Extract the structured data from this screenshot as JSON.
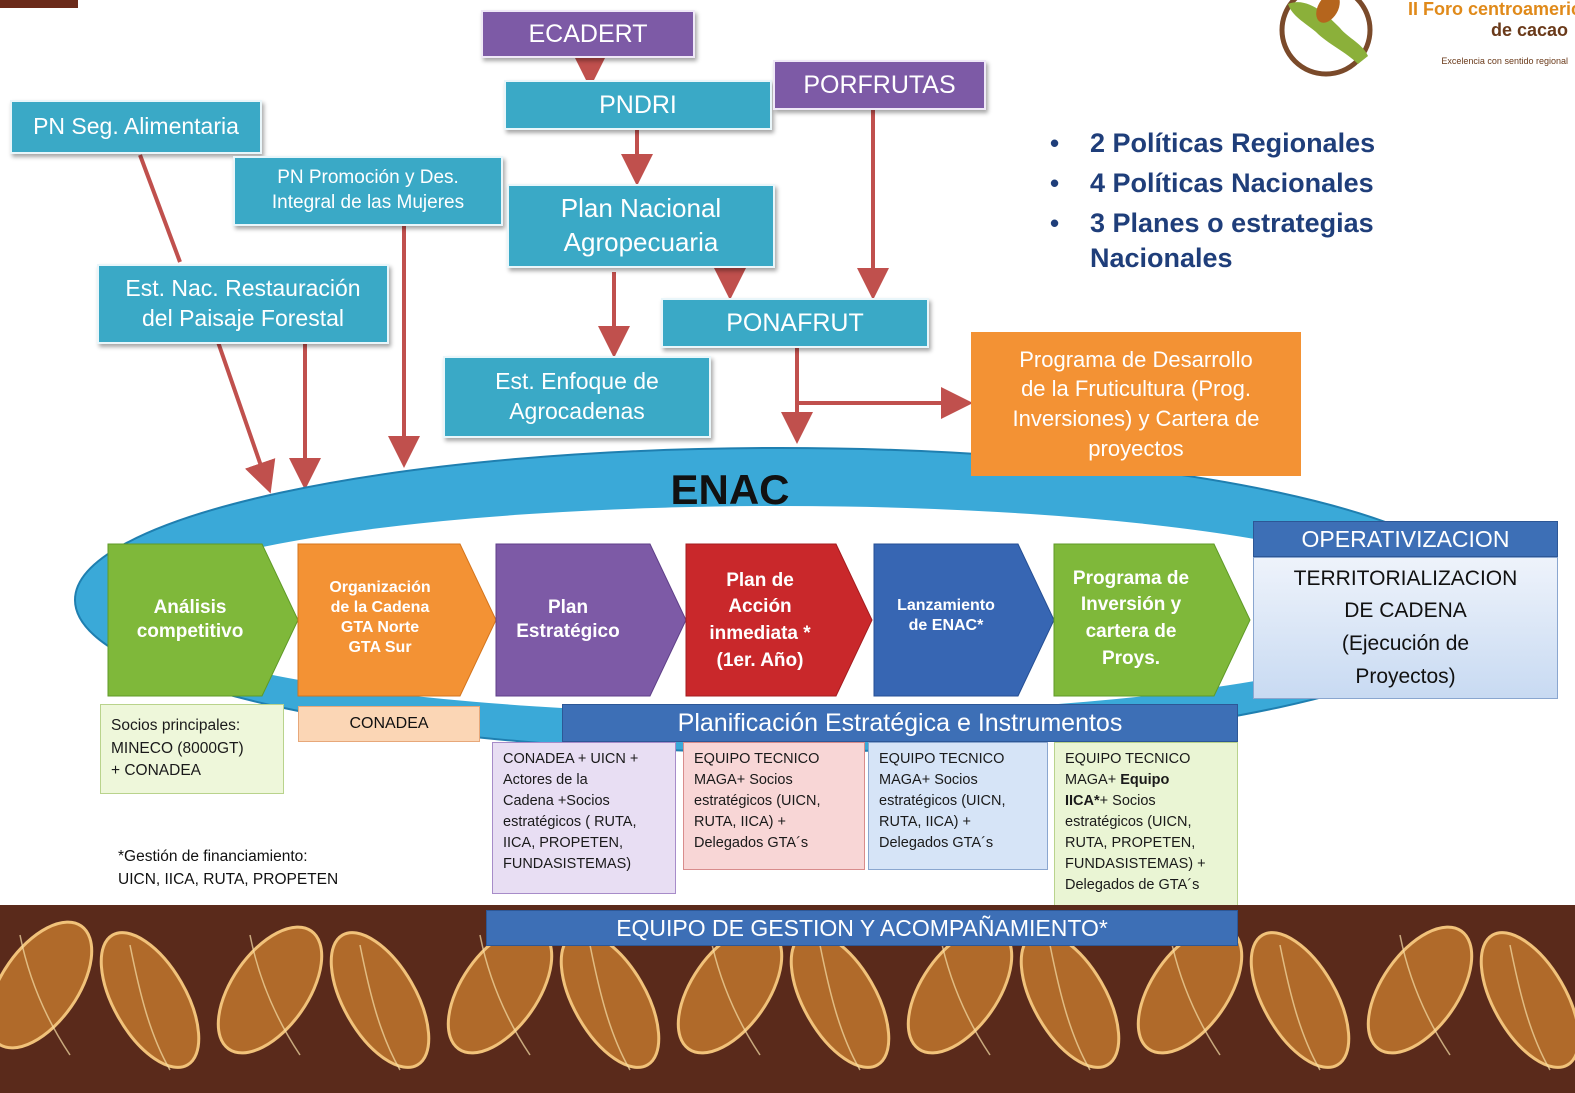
{
  "logo": {
    "line1": "II Foro centroamericano",
    "line2": "de cacao",
    "tagline": "Excelencia con sentido regional"
  },
  "boxes": {
    "ecadert": "ECADERT",
    "pndri": "PNDRI",
    "porfrutas": "PORFRUTAS",
    "pn_seg": "PN Seg. Alimentaria",
    "pn_mujeres_1": "PN Promoción y Des.",
    "pn_mujeres_2": "Integral de las Mujeres",
    "plan_nacional_1": "Plan Nacional",
    "plan_nacional_2": "Agropecuaria",
    "est_nac_1": "Est. Nac. Restauración",
    "est_nac_2": "del Paisaje Forestal",
    "ponafrut": "PONAFRUT",
    "est_enfoque_1": "Est. Enfoque de",
    "est_enfoque_2": "Agrocadenas",
    "programa_fruti_1": "Programa de Desarrollo",
    "programa_fruti_2": "de la Fruticultura (Prog.",
    "programa_fruti_3": "Inversiones) y Cartera de",
    "programa_fruti_4": "proyectos"
  },
  "bullets": [
    "2 Políticas Regionales",
    "4 Políticas Nacionales",
    "3 Planes o estrategias",
    "Nacionales"
  ],
  "enac_title": "ENAC",
  "chevrons": [
    {
      "l1": "Análisis",
      "l2": "competitivo",
      "color": "#7fb83a"
    },
    {
      "l1": "Organización",
      "l2": "de la Cadena",
      "l3": "GTA Norte",
      "l4": "GTA Sur",
      "color": "#f39234"
    },
    {
      "l1": "Plan",
      "l2": "Estratégico",
      "color": "#7d5aa6"
    },
    {
      "l1": "Plan de",
      "l2": "Acción",
      "l3": "inmediata *",
      "l4": "(1er. Año)",
      "color": "#c9282b"
    },
    {
      "l1": "Lanzamiento",
      "l2": "de ENAC*",
      "color": "#3766b3"
    },
    {
      "l1": "Programa de",
      "l2": "Inversión y",
      "l3": "cartera de",
      "l4": "Proys.",
      "color": "#7fb83a"
    }
  ],
  "operativizacion": {
    "header": "OPERATIVIZACION",
    "l1": "TERRITORIALIZACION",
    "l2": "DE CADENA",
    "l3": "(Ejecución de",
    "l4": "Proyectos)"
  },
  "socios": {
    "l1": "Socios principales:",
    "l2": "MINECO (8000GT)",
    "l3": "+ CONADEA"
  },
  "conadea": "CONADEA",
  "planificacion": "Planificación Estratégica e Instrumentos",
  "detail_boxes": [
    {
      "lines": [
        "CONADEA + UICN +",
        "Actores de la",
        "Cadena +Socios",
        "estratégicos ( RUTA,",
        "IICA, PROPETEN,",
        "FUNDASISTEMAS)"
      ]
    },
    {
      "lines": [
        "EQUIPO TECNICO",
        "MAGA+ Socios",
        "estratégicos (UICN,",
        "RUTA, IICA) +",
        "Delegados GTA´s"
      ]
    },
    {
      "lines": [
        "EQUIPO TECNICO",
        "MAGA+ Socios",
        "estratégicos (UICN,",
        "RUTA, IICA) +",
        "Delegados GTA´s"
      ]
    },
    {
      "l1": "EQUIPO TECNICO",
      "l2a": "MAGA+ ",
      "l2b": "Equipo",
      "l3a": "IICA*",
      "l3b": "+ Socios",
      "l4": "estratégicos (UICN,",
      "l5": "RUTA, PROPETEN,",
      "l6": "FUNDASISTEMAS) +",
      "l7": "Delegados de GTA´s"
    }
  ],
  "gestion_note": {
    "l1": "*Gestión de financiamiento:",
    "l2": "UICN, IICA, RUTA, PROPETEN"
  },
  "equipo_gestion": "EQUIPO DE GESTION Y ACOMPAÑAMIENTO*",
  "colors": {
    "teal": "#3aa9c6",
    "purple": "#7d5aa6",
    "orange": "#f39234",
    "arrow": "#c0504d",
    "navy": "#1f3e7a",
    "brown": "#5a2a1b"
  }
}
